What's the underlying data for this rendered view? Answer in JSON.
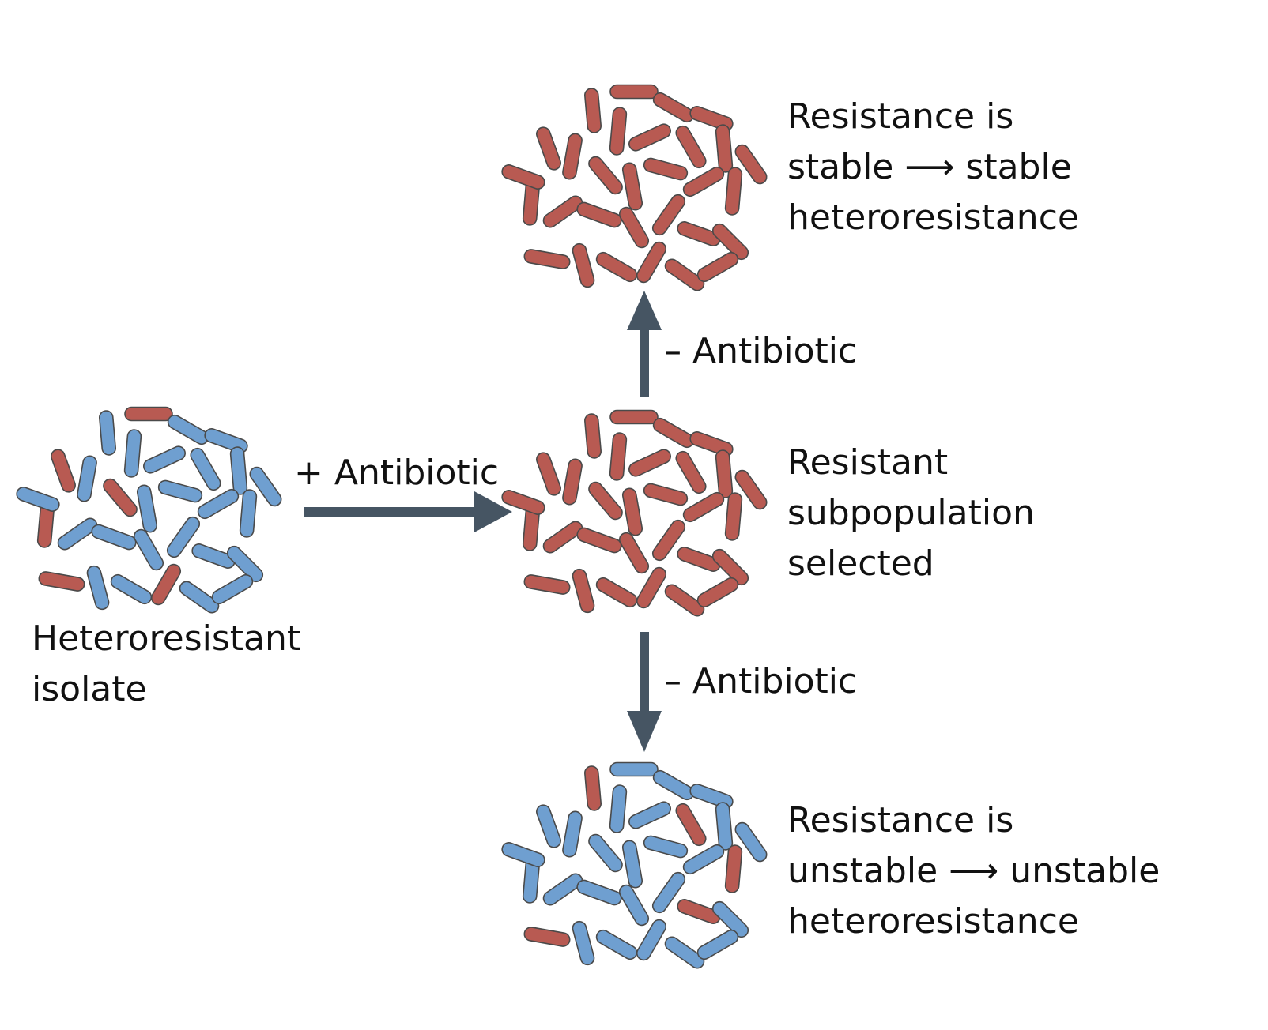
{
  "labels": {
    "isolate": [
      "Heteroresistant",
      "isolate"
    ],
    "selected": [
      "Resistant",
      "subpopulation",
      "selected"
    ],
    "stable": [
      "Resistance is",
      "stable ⟶ stable",
      "heteroresistance"
    ],
    "unstable": [
      "Resistance is",
      "unstable ⟶ unstable",
      "heteroresistance"
    ]
  },
  "arrows": {
    "add": "+ Antibiotic",
    "remove_up": "– Antibiotic",
    "remove_down": "– Antibiotic"
  },
  "colors": {
    "resistant_cell": "#b85a52",
    "susceptible_cell": "#6f9fd0",
    "cell_outline": "#4a4a4a",
    "arrow": "#465563"
  },
  "clusters": [
    {
      "name": "heteroresistant-isolate-cluster",
      "resistant_fraction": "mixed, mostly susceptible (blue)"
    },
    {
      "name": "resistant-subpopulation-cluster",
      "resistant_fraction": "all resistant (red)"
    },
    {
      "name": "stable-heteroresistance-cluster",
      "resistant_fraction": "all resistant (red)"
    },
    {
      "name": "unstable-heteroresistance-cluster",
      "resistant_fraction": "mixed, mostly susceptible (blue)"
    }
  ]
}
